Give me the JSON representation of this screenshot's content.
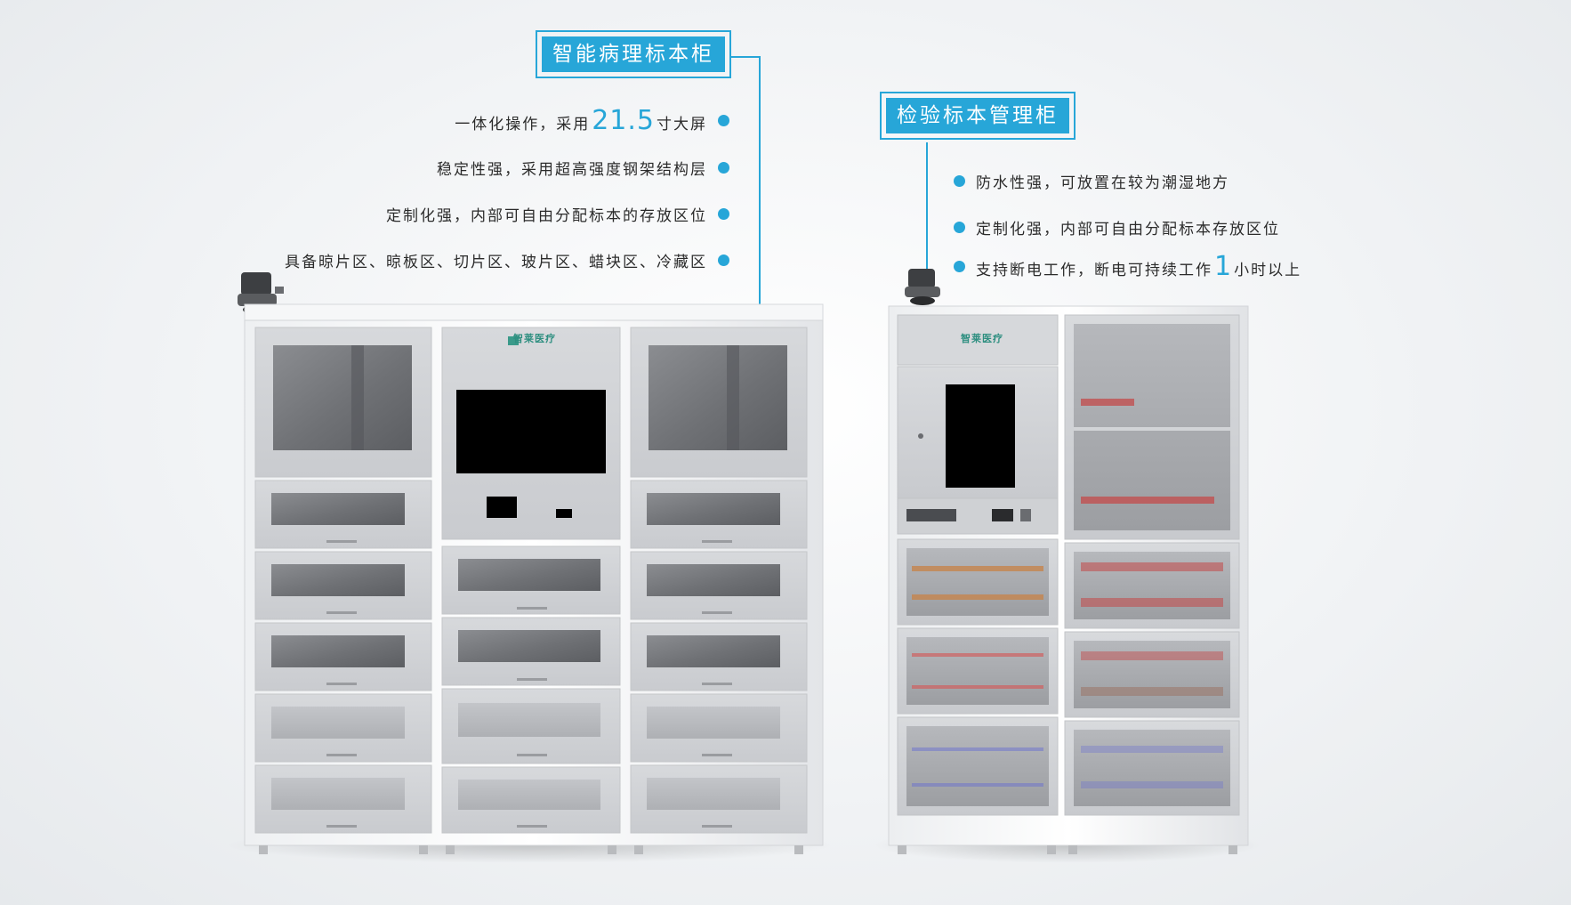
{
  "left_product": {
    "title": "智能病理标本柜",
    "features": [
      {
        "pre": "一体化操作，采用",
        "num": "21.5",
        "post": "寸大屏"
      },
      {
        "pre": "稳定性强，采用超高强度钢架结构层",
        "num": "",
        "post": ""
      },
      {
        "pre": "定制化强，内部可自由分配标本的存放区位",
        "num": "",
        "post": ""
      },
      {
        "pre": "具备晾片区、晾板区、切片区、玻片区、蜡块区、冷藏区",
        "num": "",
        "post": ""
      }
    ],
    "logo_text": "智莱医疗"
  },
  "right_product": {
    "title": "检验标本管理柜",
    "features": [
      {
        "pre": "防水性强，可放置在较为潮湿地方",
        "num": "",
        "post": ""
      },
      {
        "pre": "定制化强，内部可自由分配标本存放区位",
        "num": "",
        "post": ""
      },
      {
        "pre": "支持断电工作，断电可持续工作",
        "num": "1",
        "post": "小时以上"
      }
    ],
    "logo_text": "智莱医疗"
  },
  "colors": {
    "accent": "#27a6d8",
    "cabinet": "#d9dbde",
    "glass": "#7c7e82",
    "screen": "#000000"
  }
}
